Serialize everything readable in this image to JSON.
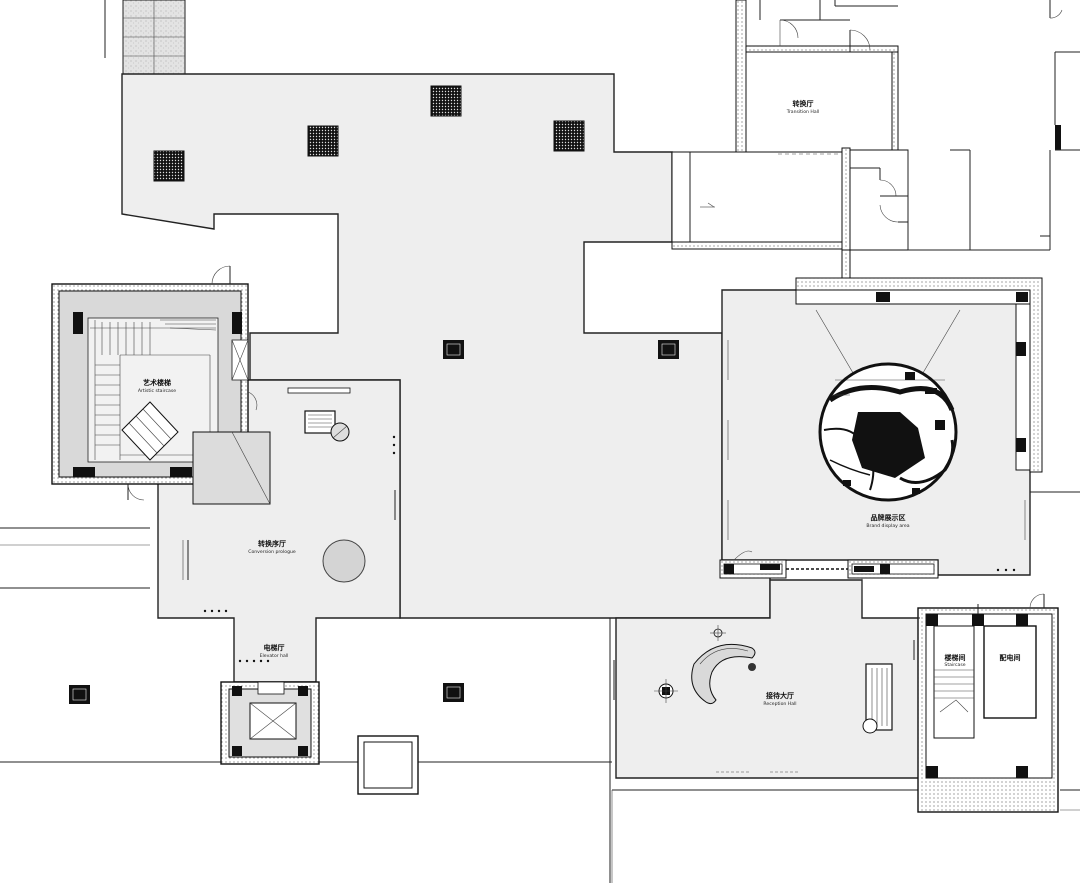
{
  "rooms": {
    "transition_hall": {
      "zh": "转换厅",
      "en": "Transition Hall"
    },
    "artistic_staircase": {
      "zh": "艺术楼梯",
      "en": "Artistic staircase"
    },
    "conversion_prologue": {
      "zh": "转换序厅",
      "en": "Conversion prologue"
    },
    "brand_display_area": {
      "zh": "品牌展示区",
      "en": "Brand display area"
    },
    "elevator_hall": {
      "zh": "电梯厅",
      "en": "Elevator hall"
    },
    "reception_hall": {
      "zh": "接待大厅",
      "en": "Reception Hall"
    },
    "staircase": {
      "zh": "楼梯间",
      "en": "Staircase"
    },
    "distribution_room": {
      "zh": "配电间",
      "en": ""
    }
  },
  "colors": {
    "floor": "#eeeeee",
    "wall": "#111111",
    "background": "#ffffff"
  }
}
